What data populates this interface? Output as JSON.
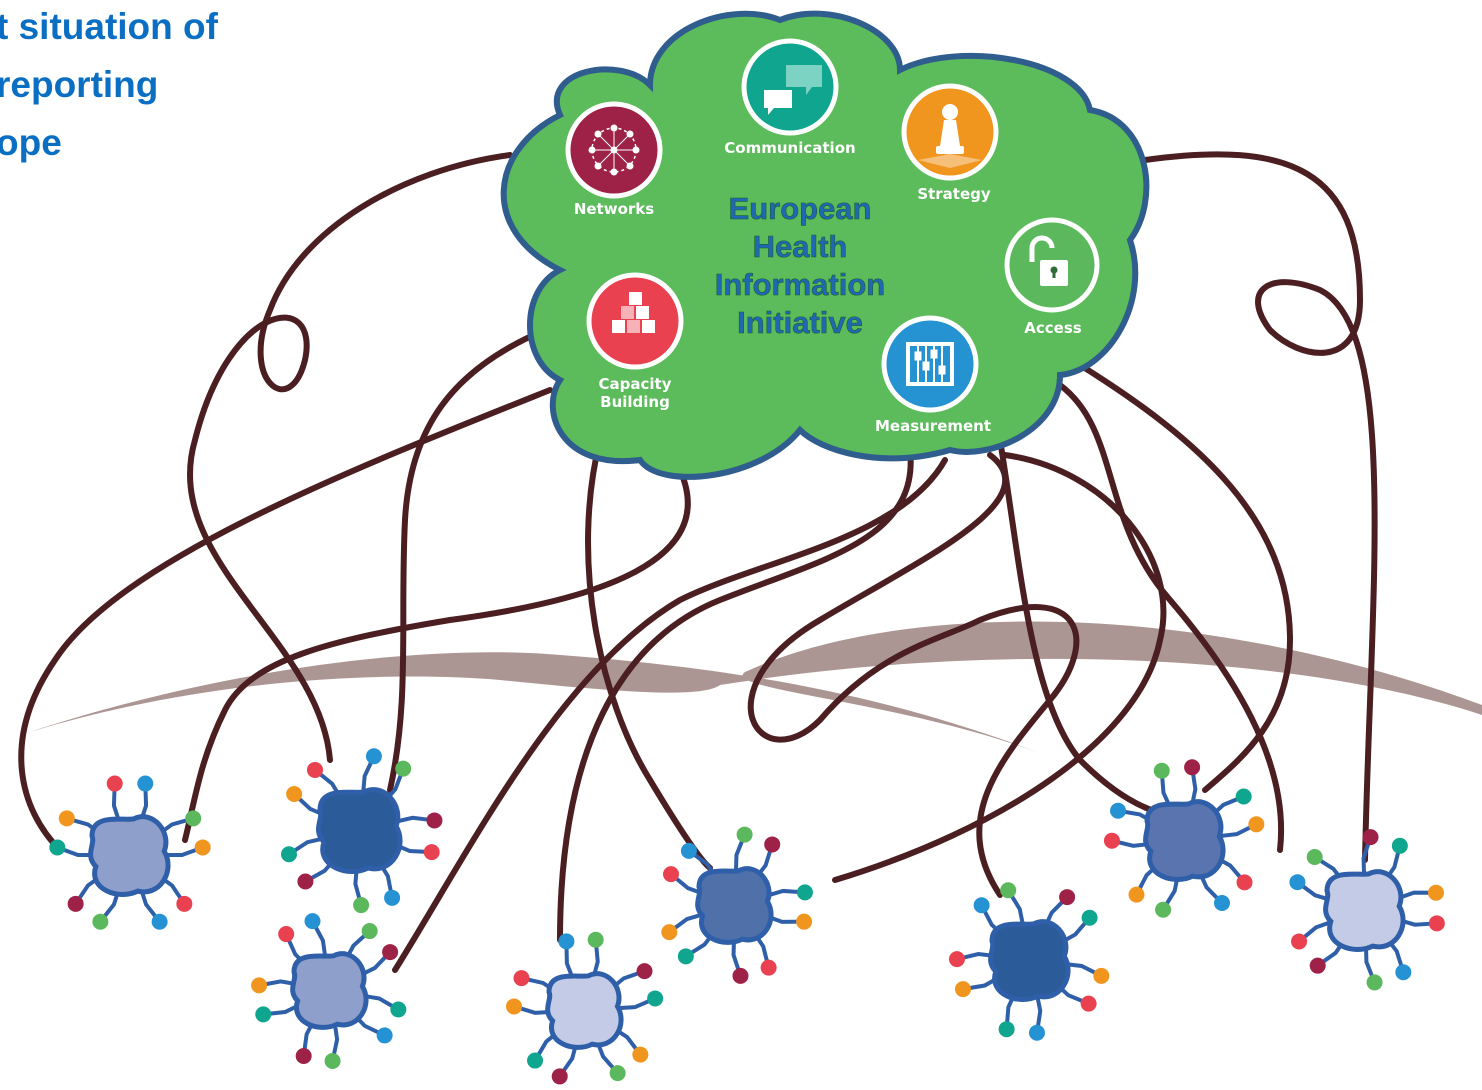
{
  "title_lines": [
    "t situation of",
    "reporting",
    "ope"
  ],
  "cloud": {
    "center_lines": [
      "European",
      "Health",
      "Information",
      "Initiative"
    ],
    "icons": [
      {
        "id": "networks",
        "label": [
          "Networks"
        ],
        "icon": "network-icon",
        "color": "#9e2148"
      },
      {
        "id": "communication",
        "label": [
          "Communication"
        ],
        "icon": "speech-bubbles-icon",
        "color": "#10a58f"
      },
      {
        "id": "strategy",
        "label": [
          "Strategy"
        ],
        "icon": "chess-pawn-icon",
        "color": "#f0961f"
      },
      {
        "id": "access",
        "label": [
          "Access"
        ],
        "icon": "open-lock-icon",
        "color": "#5cb85c"
      },
      {
        "id": "measurement",
        "label": [
          "Measurement"
        ],
        "icon": "abacus-icon",
        "color": "#2592d2"
      },
      {
        "id": "capacity",
        "label": [
          "Capacity",
          "Building"
        ],
        "icon": "stacked-blocks-icon",
        "color": "#e9414f"
      }
    ]
  },
  "colors": {
    "cloud_fill": "#5cbb5b",
    "cloud_outline": "#2f5d8d",
    "cable": "#4b1f22",
    "terrain": "#ac9693",
    "title": "#0a6fc2",
    "node_dots": [
      "#f0961f",
      "#e9414f",
      "#2593d3",
      "#5cb85c",
      "#9e2148",
      "#10a58f"
    ]
  }
}
